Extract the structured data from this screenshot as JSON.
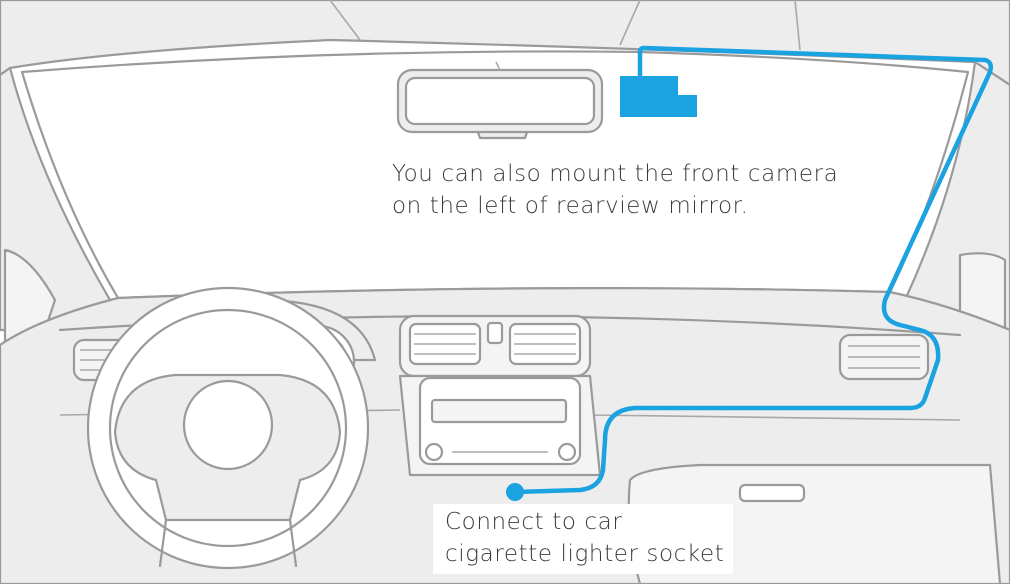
{
  "figure": {
    "mount_note": [
      "You can also mount the front camera",
      "on the left of rearview mirror."
    ],
    "socket_note": [
      "Connect to car",
      "cigarette lighter socket"
    ]
  },
  "colors": {
    "cable": "#1aa3e0",
    "camera": "#1aa3e0",
    "outline": "#9a9a9a",
    "fill": "#ededed",
    "background": "#ffffff"
  },
  "icons": [
    "dashcam-icon",
    "rearview-mirror-icon",
    "steering-wheel-icon",
    "power-plug-icon"
  ]
}
